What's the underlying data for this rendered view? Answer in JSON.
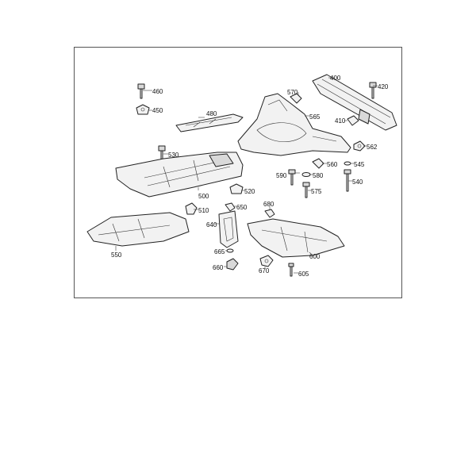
{
  "diagram": {
    "callouts": [
      "400",
      "420",
      "460",
      "450",
      "570",
      "480",
      "565",
      "410",
      "562",
      "530",
      "560",
      "545",
      "590",
      "580",
      "540",
      "575",
      "500",
      "520",
      "680",
      "510",
      "650",
      "640",
      "550",
      "600",
      "665",
      "660",
      "670",
      "605"
    ]
  }
}
